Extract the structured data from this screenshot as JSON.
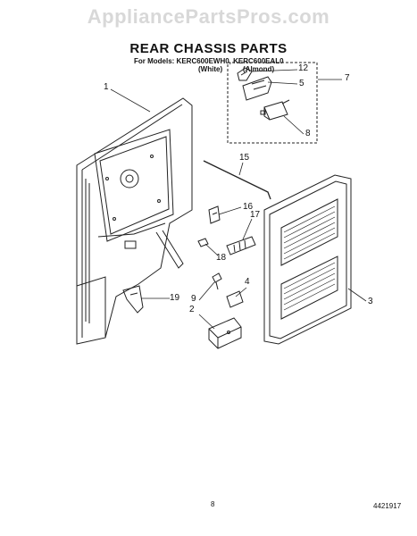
{
  "header": {
    "watermark": "AppliancePartsPros.com",
    "title": "REAR CHASSIS PARTS",
    "models_line": "For Models: KERC600EWH0, KERC600EAL0",
    "variant_white": "(White)",
    "variant_almond": "(Almond)"
  },
  "callouts": {
    "c1": "1",
    "c2": "2",
    "c3": "3",
    "c4": "4",
    "c5": "5",
    "c7": "7",
    "c8": "8",
    "c9": "9",
    "c12": "12",
    "c15": "15",
    "c16": "16",
    "c17": "17",
    "c18": "18",
    "c19": "19"
  },
  "footer": {
    "page_number": "8",
    "document_number": "4421917"
  }
}
